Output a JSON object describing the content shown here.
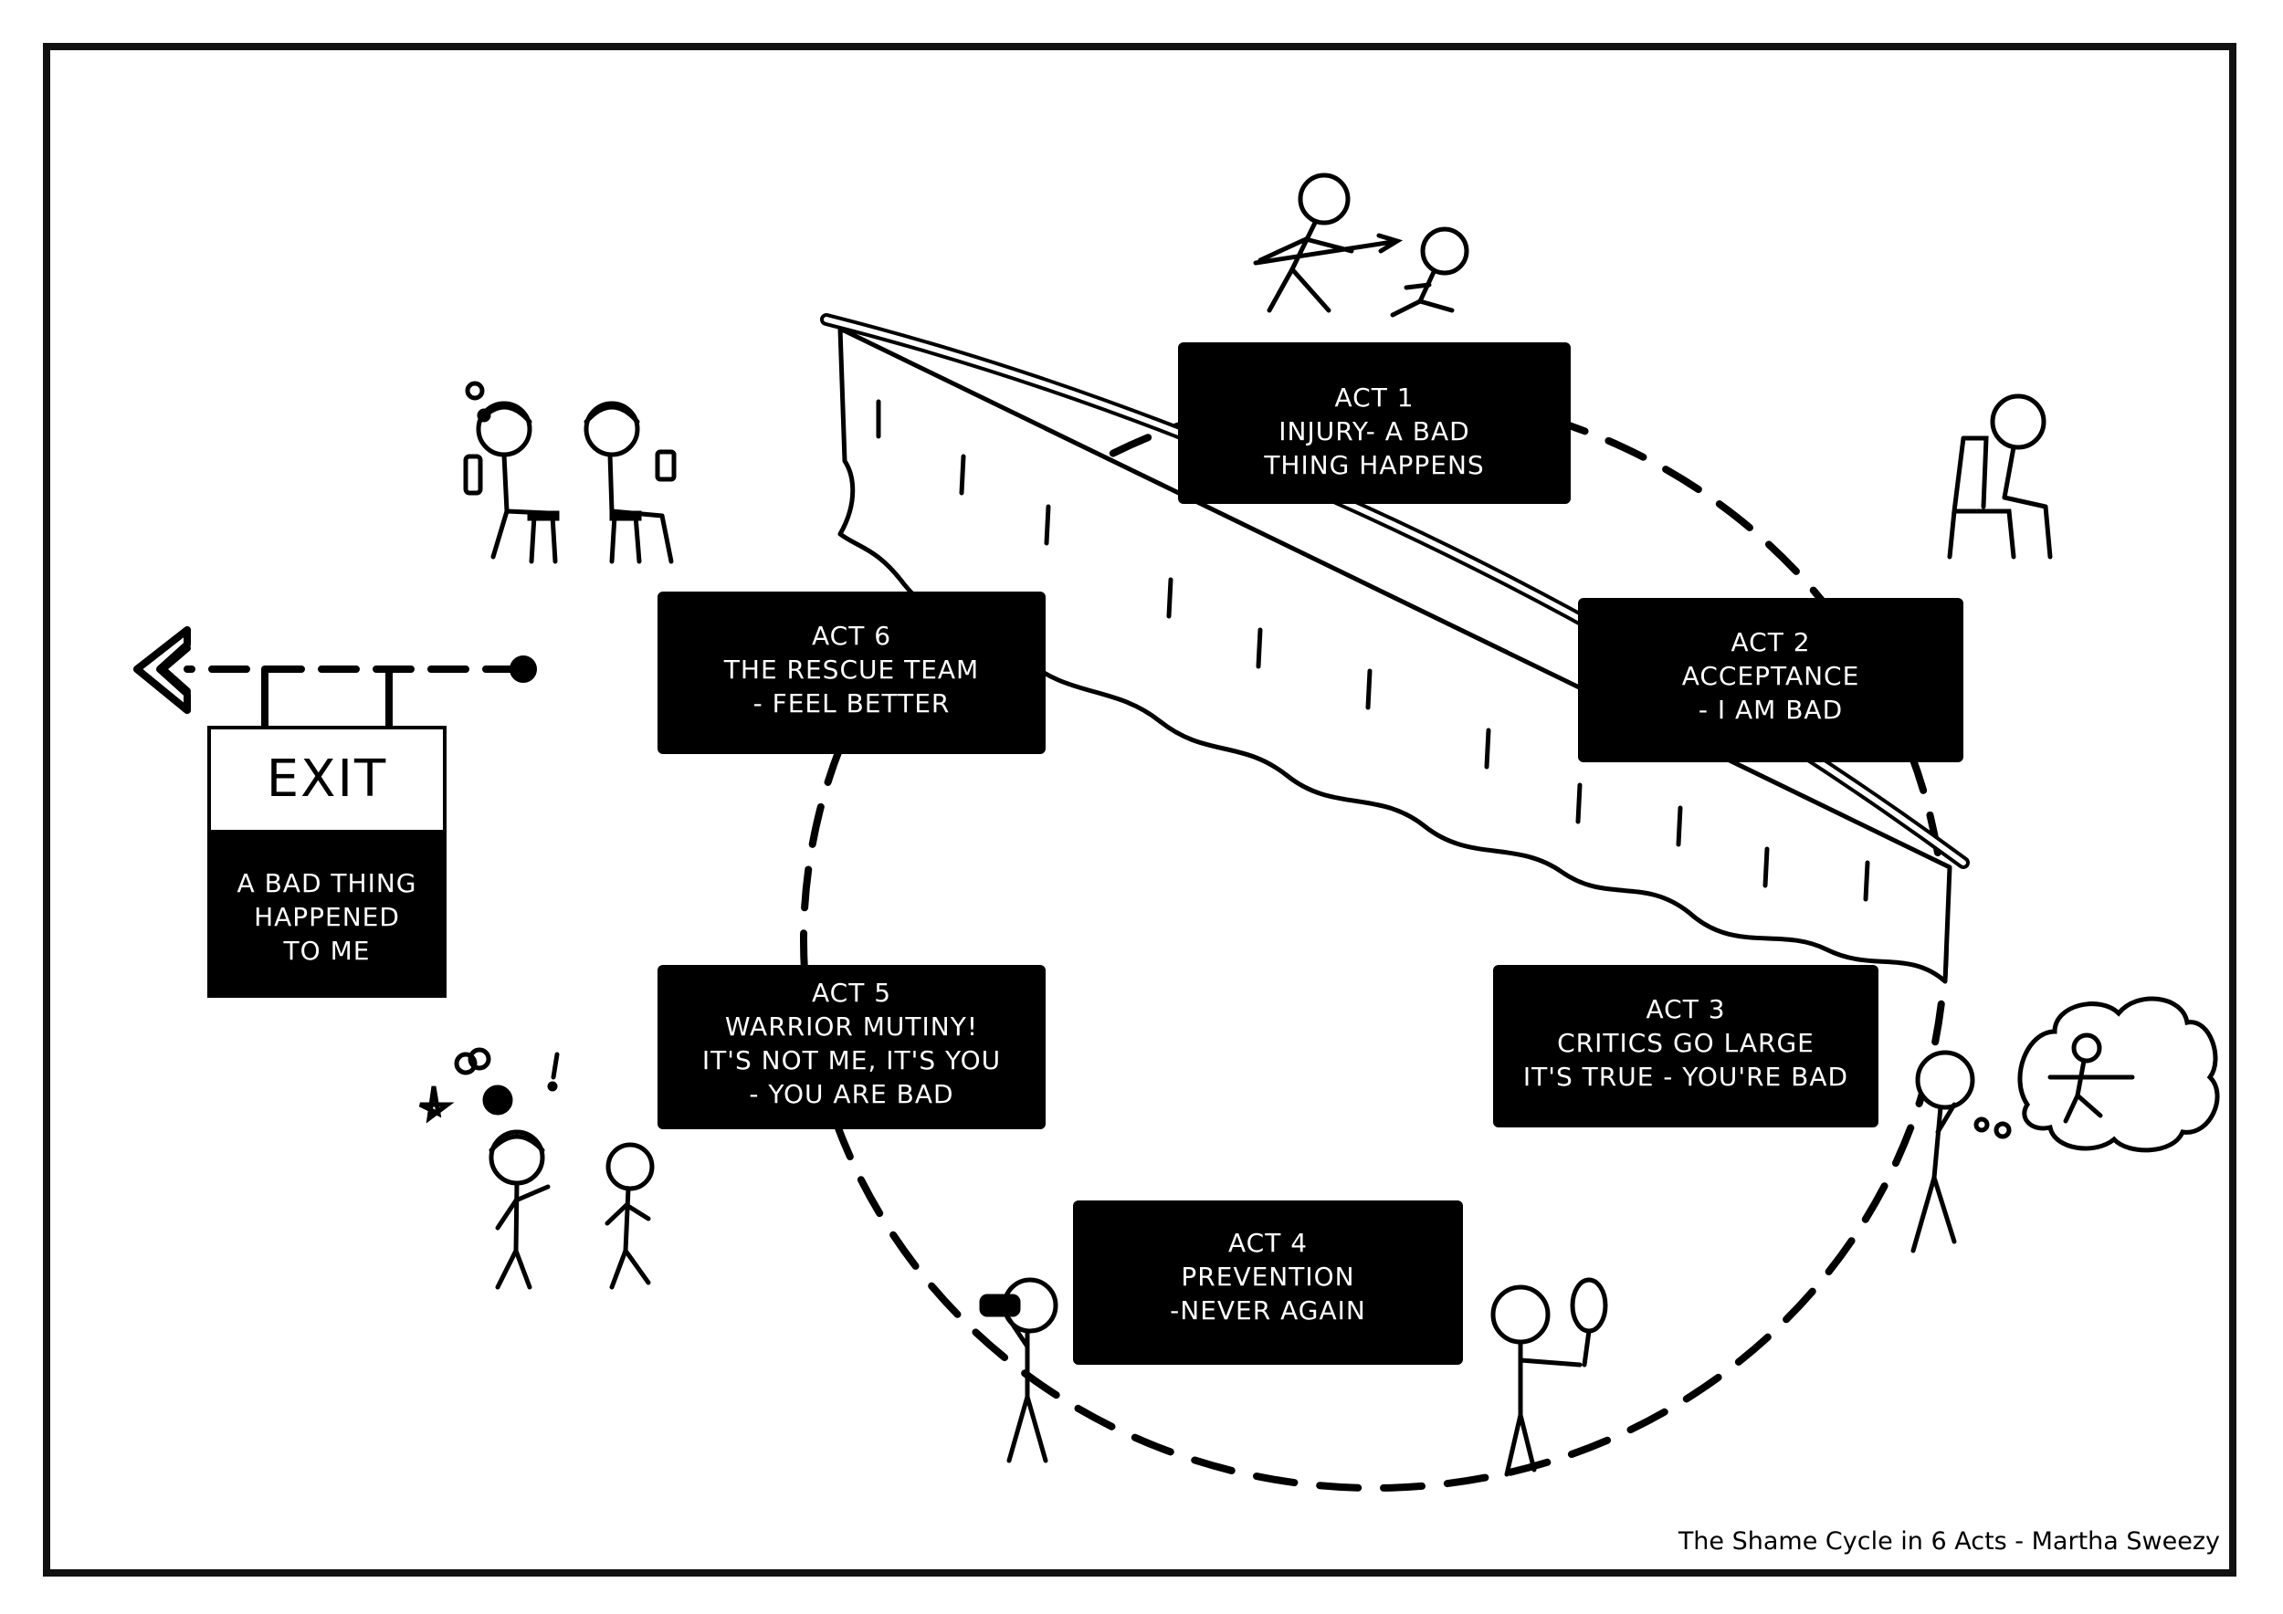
{
  "acts": [
    {
      "id": "act-1",
      "lines": [
        "ACT 1",
        "INJURY- A BAD",
        "THING HAPPENS"
      ]
    },
    {
      "id": "act-2",
      "lines": [
        "ACT 2",
        "ACCEPTANCE",
        "- I AM BAD"
      ]
    },
    {
      "id": "act-3",
      "lines": [
        "ACT 3",
        "CRITICS GO LARGE",
        "IT'S TRUE - YOU'RE BAD"
      ]
    },
    {
      "id": "act-4",
      "lines": [
        "ACT 4",
        "PREVENTION",
        "-NEVER AGAIN"
      ]
    },
    {
      "id": "act-5",
      "lines": [
        "ACT 5",
        "WARRIOR MUTINY!",
        "IT'S NOT ME, IT'S YOU",
        "- YOU ARE BAD"
      ]
    },
    {
      "id": "act-6",
      "lines": [
        "ACT 6",
        "THE RESCUE TEAM",
        "- FEEL BETTER"
      ]
    }
  ],
  "exit_sign": {
    "title": "EXIT",
    "lines": [
      "A BAD THING",
      "HAPPENED",
      "TO ME"
    ]
  },
  "credit": "The Shame Cycle in 6 Acts - Martha Sweezy",
  "colors": {
    "ink": "#000000",
    "paper": "#ffffff"
  }
}
